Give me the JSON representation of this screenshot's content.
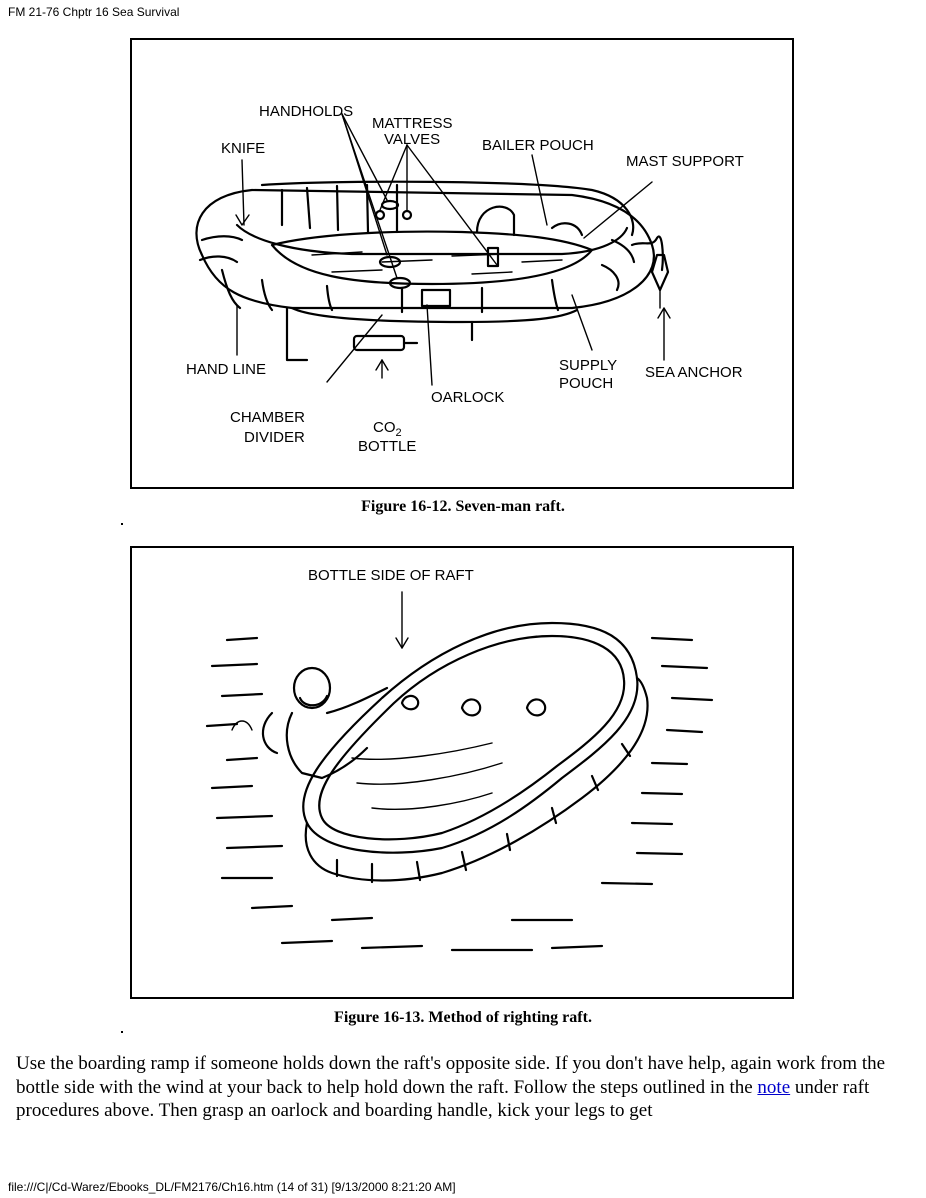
{
  "header": {
    "title": "FM 21-76 Chptr 16 Sea Survival"
  },
  "figure_12": {
    "caption": "Figure 16-12. Seven-man raft.",
    "labels": {
      "handholds": "HANDHOLDS",
      "mattress_valves_1": "MATTRESS",
      "mattress_valves_2": "VALVES",
      "knife": "KNIFE",
      "bailer_pouch": "BAILER POUCH",
      "mast_support": "MAST SUPPORT",
      "hand_line": "HAND LINE",
      "supply_pouch_1": "SUPPLY",
      "supply_pouch_2": "POUCH",
      "sea_anchor": "SEA ANCHOR",
      "oarlock": "OARLOCK",
      "chamber_divider_1": "CHAMBER",
      "chamber_divider_2": "DIVIDER",
      "co2_main": "CO",
      "co2_sub": "2",
      "bottle": "BOTTLE"
    }
  },
  "figure_13": {
    "caption": "Figure 16-13. Method of righting raft.",
    "labels": {
      "bottle_side": "BOTTLE SIDE OF RAFT"
    }
  },
  "body": {
    "text_before_link": "Use the boarding ramp if someone holds down the raft's opposite side. If you don't have help, again work from the bottle side with the wind at your back to help hold down the raft. Follow the steps outlined in the ",
    "link_text": "note",
    "text_after_link": " under raft procedures above. Then grasp an oarlock and boarding handle, kick your legs to get"
  },
  "footer": {
    "text": "file:///C|/Cd-Warez/Ebooks_DL/FM2176/Ch16.htm (14 of 31) [9/13/2000 8:21:20 AM]"
  }
}
